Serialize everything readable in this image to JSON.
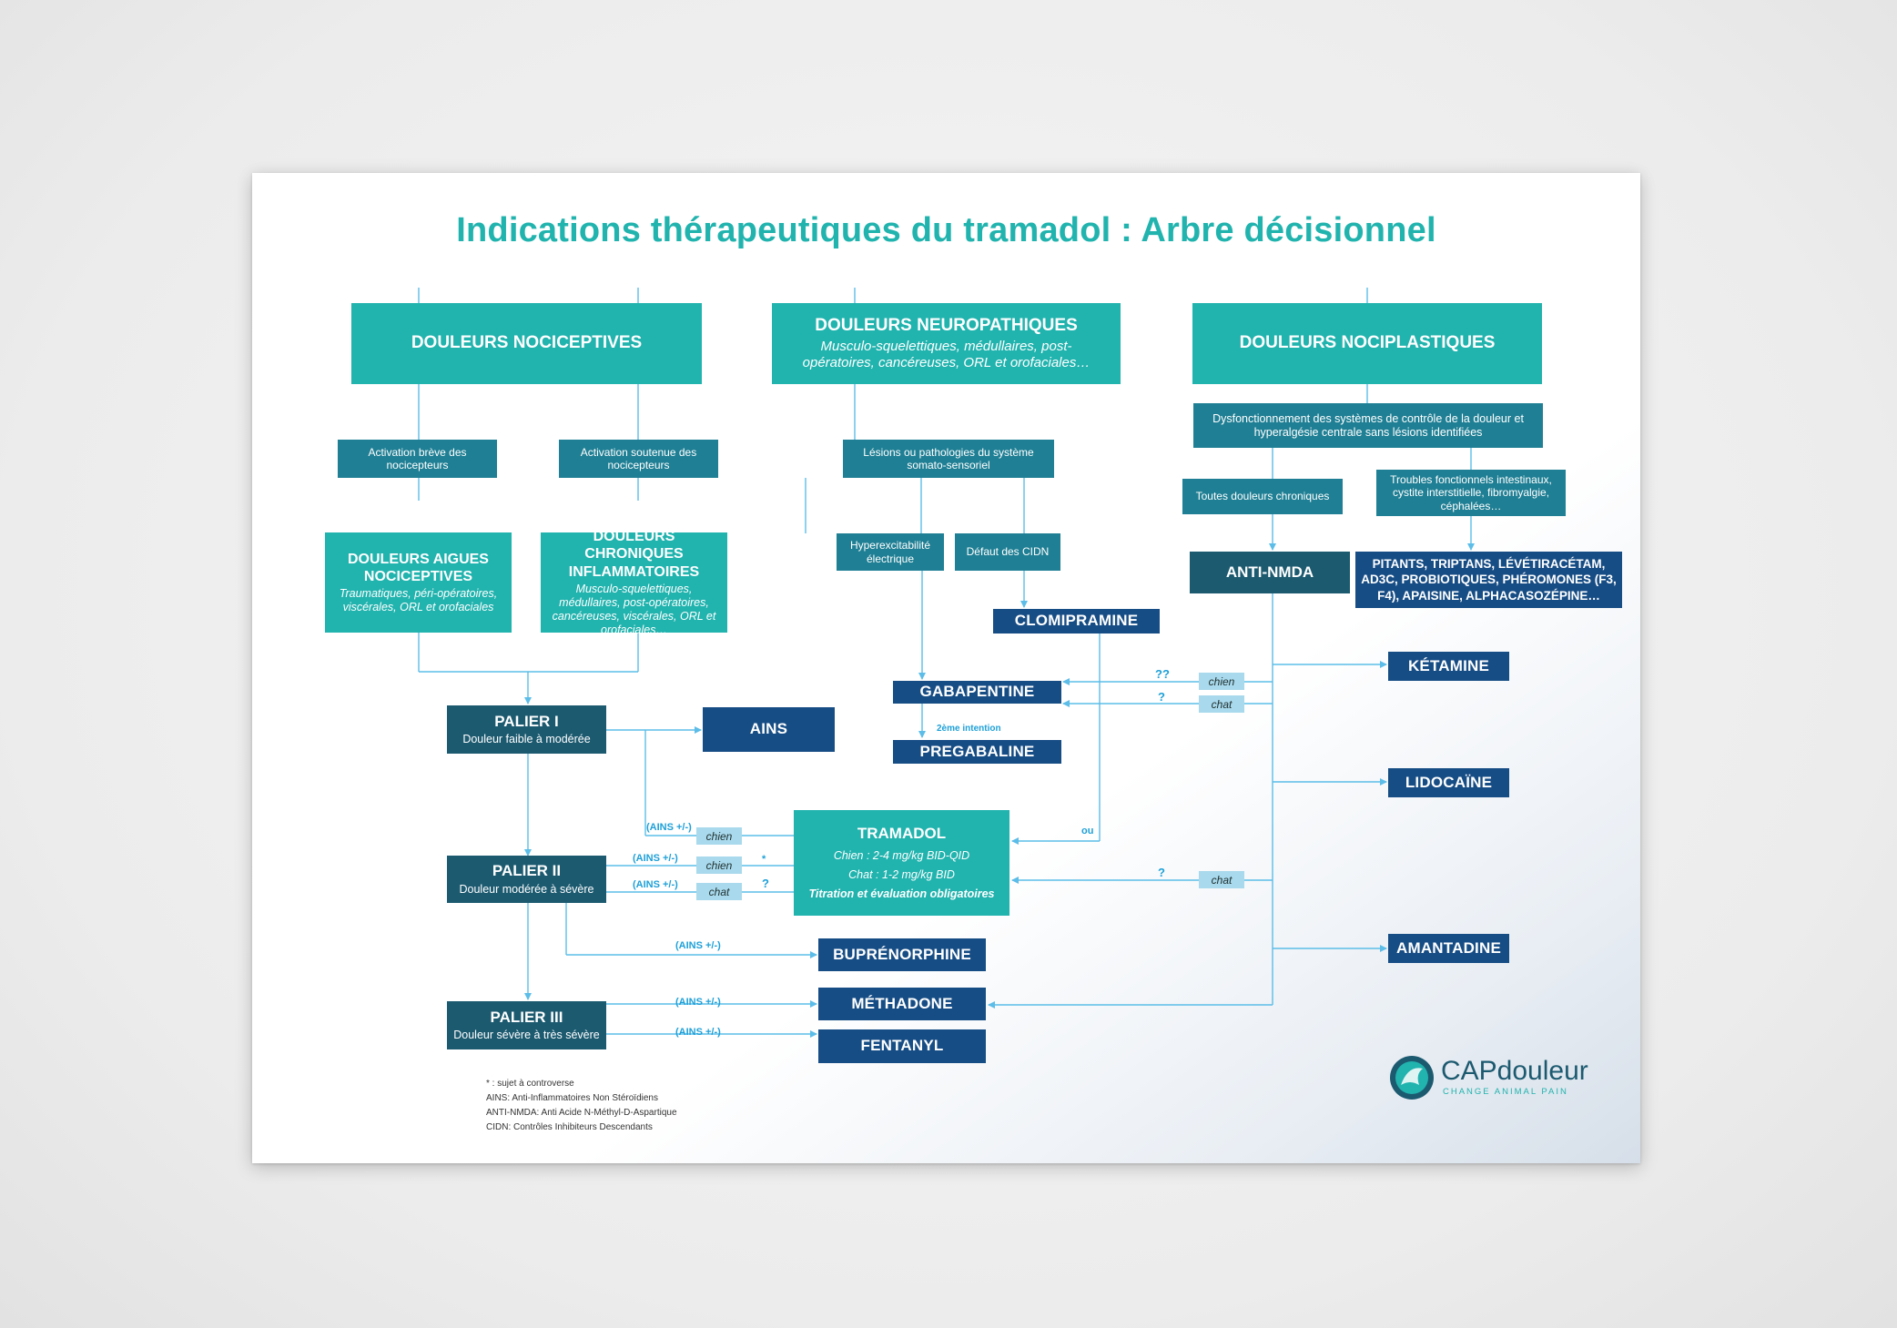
{
  "title": "Indications thérapeutiques du tramadol : Arbre décisionnel",
  "categories": {
    "nociceptives": "DOULEURS NOCICEPTIVES",
    "neuropathiques": "DOULEURS NEUROPATHIQUES",
    "neuropathiques_sub": "Musculo-squelettiques, médullaires, post-opératoires, cancéreuses, ORL et orofaciales…",
    "nociplastiques": "DOULEURS NOCIPLASTIQUES"
  },
  "steps": {
    "activation_breve": "Activation brève des nocicepteurs",
    "activation_soutenue": "Activation soutenue des nocicepteurs",
    "lesions": "Lésions ou pathologies du système somato-sensoriel",
    "dysfonctionnement": "Dysfonctionnement des systèmes de contrôle de la douleur et hyperalgésie centrale sans lésions identifiées",
    "hyperexcitabilite": "Hyperexcitabilité électrique",
    "defaut_cidn": "Défaut des CIDN",
    "toutes_douleurs": "Toutes douleurs chroniques",
    "troubles": "Troubles fonctionnels intestinaux, cystite interstitielle, fibromyalgie, céphalées…"
  },
  "subcats": {
    "aigues_title": "DOULEURS AIGUES NOCICEPTIVES",
    "aigues_sub": "Traumatiques, péri-opératoires, viscérales, ORL et orofaciales",
    "chroniques_title": "DOULEURS CHRONIQUES INFLAMMATOIRES",
    "chroniques_sub": "Musculo-squelettiques, médullaires, post-opératoires, cancéreuses, viscérales, ORL et orofaciales…"
  },
  "paliers": {
    "p1_title": "PALIER I",
    "p1_sub": "Douleur faible à modérée",
    "p2_title": "PALIER II",
    "p2_sub": "Douleur modérée à sévère",
    "p3_title": "PALIER III",
    "p3_sub": "Douleur sévère à très sévère"
  },
  "drugs": {
    "ains": "AINS",
    "clomipramine": "CLOMIPRAMINE",
    "gabapentine": "GABAPENTINE",
    "pregabaline": "PREGABALINE",
    "buprenorphine": "BUPRÉNORPHINE",
    "methadone": "MÉTHADONE",
    "fentanyl": "FENTANYL",
    "ketamine": "KÉTAMINE",
    "lidocaine": "LIDOCAÏNE",
    "amantadine": "AMANTADINE",
    "anti_nmda": "ANTI-NMDA",
    "pitants": "PITANTS, TRIPTANS, LÉVÉTIRACÉTAM, AD3C, PROBIOTIQUES, PHÉROMONES (F3, F4), APAISINE, ALPHACASOZÉPINE…"
  },
  "tramadol": {
    "title": "TRAMADOL",
    "dose_chien": "Chien : 2-4 mg/kg BID-QID",
    "dose_chat": "Chat : 1-2 mg/kg BID",
    "note": "Titration et évaluation obligatoires"
  },
  "tags": {
    "chien": "chien",
    "chat": "chat"
  },
  "labels": {
    "ains_opt": "(AINS +/-)",
    "q2": "??",
    "q1": "?",
    "star": "*",
    "ou": "ou",
    "second_intention": "2ème intention"
  },
  "legend": [
    "* : sujet à controverse",
    "AINS: Anti-Inflammatoires Non Stéroïdiens",
    "ANTI-NMDA: Anti Acide N-Méthyl-D-Aspartique",
    "CIDN: Contrôles Inhibiteurs Descendants"
  ],
  "logo": {
    "name": "CAPdouleur",
    "tagline": "CHANGE ANIMAL PAIN"
  },
  "colors": {
    "teal": "#21b3ae",
    "steel": "#1f7f94",
    "dark_teal": "#1c5a70",
    "navy": "#174d85",
    "connector": "#5bbde8",
    "tag": "#a8d9ec"
  }
}
